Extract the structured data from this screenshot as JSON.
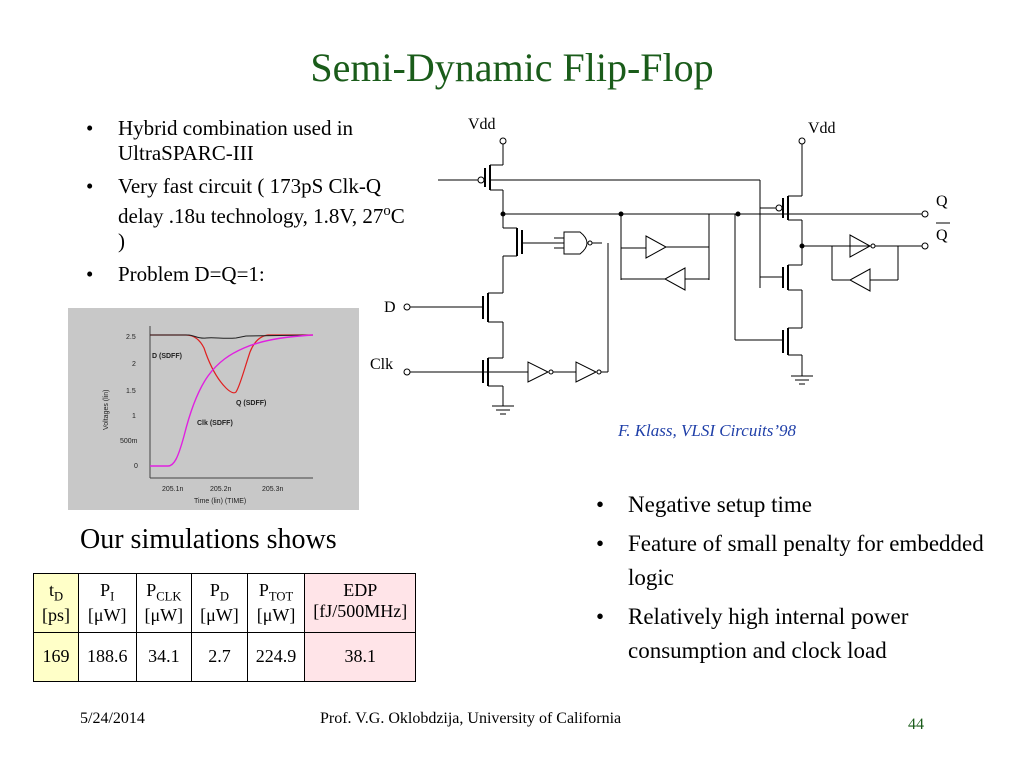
{
  "slide": {
    "title": "Semi-Dynamic Flip-Flop",
    "left_bullets": [
      "Hybrid combination used in UltraSPARC-III",
      "Very fast circuit ( 173pS Clk-Q delay .18u technology, 1.8V, 27",
      "Problem D=Q=1:"
    ],
    "temp_sup": "o",
    "temp_unit": "C )",
    "right_bullets": [
      "Negative setup time",
      "Feature of small penalty for embedded logic",
      "Relatively high internal power consumption and clock load"
    ],
    "sim_heading": "Our simulations shows",
    "citation": "F. Klass, VLSI Circuits’98",
    "footer": {
      "date": "5/24/2014",
      "author": "Prof. V.G. Oklobdzija, University of California",
      "page": "44"
    }
  },
  "circuit": {
    "labels": {
      "vdd_left": "Vdd",
      "vdd_right": "Vdd",
      "q": "Q",
      "qbar": "Q",
      "d": "D",
      "clk": "Clk"
    }
  },
  "waveform_plot": {
    "ylabel": "Voltages (lin)",
    "xlabel": "Time (lin) (TIME)",
    "y_ticks": [
      "2.5",
      "2",
      "1.5",
      "1",
      "500m",
      "0"
    ],
    "x_ticks": [
      "205.1n",
      "205.2n",
      "205.3n"
    ],
    "trace_labels": {
      "d": "D (SDFF)",
      "q": "Q (SDFF)",
      "clk": "Clk (SDFF)"
    },
    "colors": {
      "d": "#e02020",
      "q": "#202020",
      "clk": "#e020e0",
      "bg": "#c8c8c8"
    }
  },
  "table": {
    "headers": [
      {
        "main": "t",
        "sub": "D",
        "unit": "[ps]"
      },
      {
        "main": "P",
        "sub": "I",
        "unit": "[μW]"
      },
      {
        "main": "P",
        "sub": "CLK",
        "unit": "[μW]"
      },
      {
        "main": "P",
        "sub": "D",
        "unit": "[μW]"
      },
      {
        "main": "P",
        "sub": "TOT",
        "unit": "[μW]"
      },
      {
        "main": "EDP",
        "sub": "",
        "unit": "[fJ/500MHz]"
      }
    ],
    "values": [
      "169",
      "188.6",
      "34.1",
      "2.7",
      "224.9",
      "38.1"
    ]
  }
}
